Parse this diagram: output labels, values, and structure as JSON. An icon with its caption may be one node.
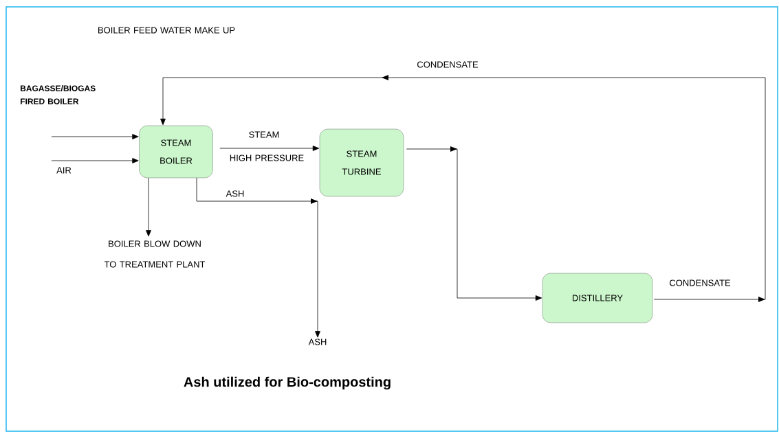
{
  "diagram": {
    "caption": "Ash utilized for Bio-composting",
    "nodes": [
      {
        "text": [
          "STEAM BOILER"
        ]
      },
      {
        "text": [
          "STEAM TURBINE"
        ]
      },
      {
        "text": [
          "DISTILLERY"
        ]
      },
      {
        "text": [
          "BOILER BLOW DOWN TO TREATMENT PLANT"
        ]
      },
      {
        "text": [
          "ASH"
        ]
      }
    ],
    "edges": [
      {
        "from": null,
        "to": 0,
        "arrow": "to",
        "label": "BAGASSE/BIOGAS FIRED BOILER"
      },
      {
        "from": null,
        "to": 0,
        "arrow": "to",
        "label": "AIR"
      },
      {
        "from": 0,
        "to": 1,
        "arrow": "to",
        "label": "STEAM"
      },
      {
        "from": 0,
        "to": 4,
        "arrow": "to",
        "label": "ASH"
      },
      {
        "from": 0,
        "to": 3,
        "arrow": "to"
      },
      {
        "from": 1,
        "to": 2,
        "arrow": "to"
      },
      {
        "from": 2,
        "to": 0,
        "arrow": "to",
        "label": "CONDENSATE"
      }
    ],
    "labels": [
      "BOILER FEED WATER MAKE UP",
      "CONDENSATE",
      "HIGH PRESSURE"
    ]
  }
}
